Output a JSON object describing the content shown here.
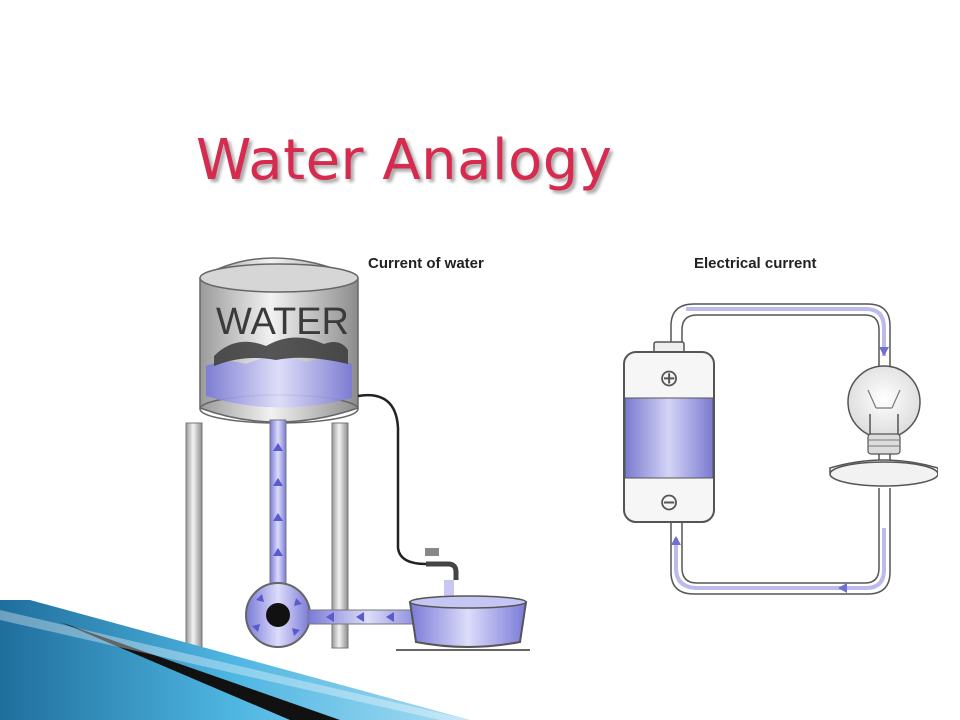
{
  "slide": {
    "title": "Water Analogy"
  },
  "figure": {
    "water_panel_label": "Current of water",
    "electric_panel_label": "Electrical current",
    "tank_text": "WATER",
    "battery_plus": "⊕",
    "battery_minus": "⊖"
  },
  "colors": {
    "title": "#d62a4e",
    "water": "#8f8fe0",
    "water_light": "#c8c8f4",
    "arrow": "#6f6fd0",
    "metal": "#bdbdbd",
    "deco_blue": "#3a9fd0",
    "deco_dark": "#1a1a1a"
  }
}
